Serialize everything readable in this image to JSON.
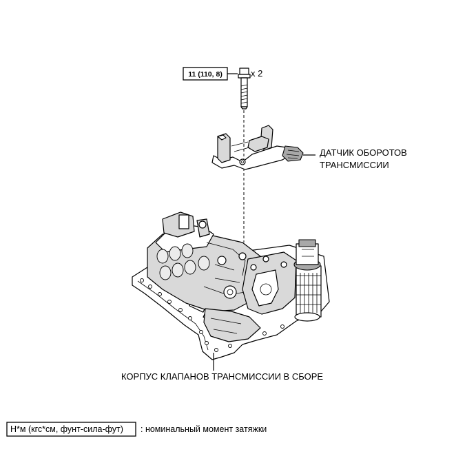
{
  "torque_spec": {
    "value": "11 (110, 8)",
    "quantity": "x 2"
  },
  "labels": {
    "speed_sensor_line1": "ДАТЧИК ОБОРОТОВ",
    "speed_sensor_line2": "ТРАНСМИССИИ",
    "valve_body": "КОРПУС КЛАПАНОВ ТРАНСМИССИИ В СБОРЕ"
  },
  "legend": {
    "box_text": "Н*м (кгс*см, фунт-сила-фут)",
    "description": ": номинальный момент затяжки"
  }
}
